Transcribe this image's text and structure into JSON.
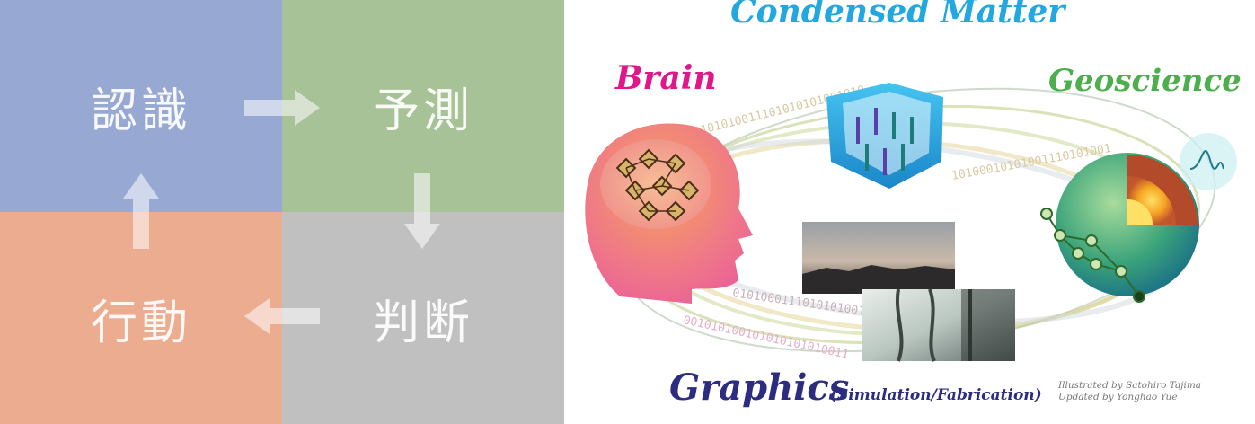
{
  "cycle": {
    "top_left": "認識",
    "top_right": "予測",
    "bottom_right": "判断",
    "bottom_left": "行動",
    "colors": {
      "top_left": "#97a8d2",
      "top_right": "#a7c297",
      "bottom_right": "#c0c0c0",
      "bottom_left": "#ecac8f"
    }
  },
  "illustration": {
    "condensed_matter": "Condensed Matter",
    "brain": "Brain",
    "geoscience": "Geoscience",
    "graphics": "Graphics",
    "graphics_sub": "(Simulation/Fabrication)",
    "credit_line1": "Illustrated by Satohiro Tajima",
    "credit_line2": "Updated by Yonghao Yue",
    "binary_text": "1010101010101010011101010101001010",
    "binary_text2": "10100010101001110101001",
    "binary_text3": "0101000111010101001010",
    "binary_text4": "001010100101010101010011",
    "colors": {
      "condensed_matter": "#22a7de",
      "brain": "#e0168a",
      "geoscience": "#4cae4c",
      "graphics": "#2c2c80"
    }
  }
}
